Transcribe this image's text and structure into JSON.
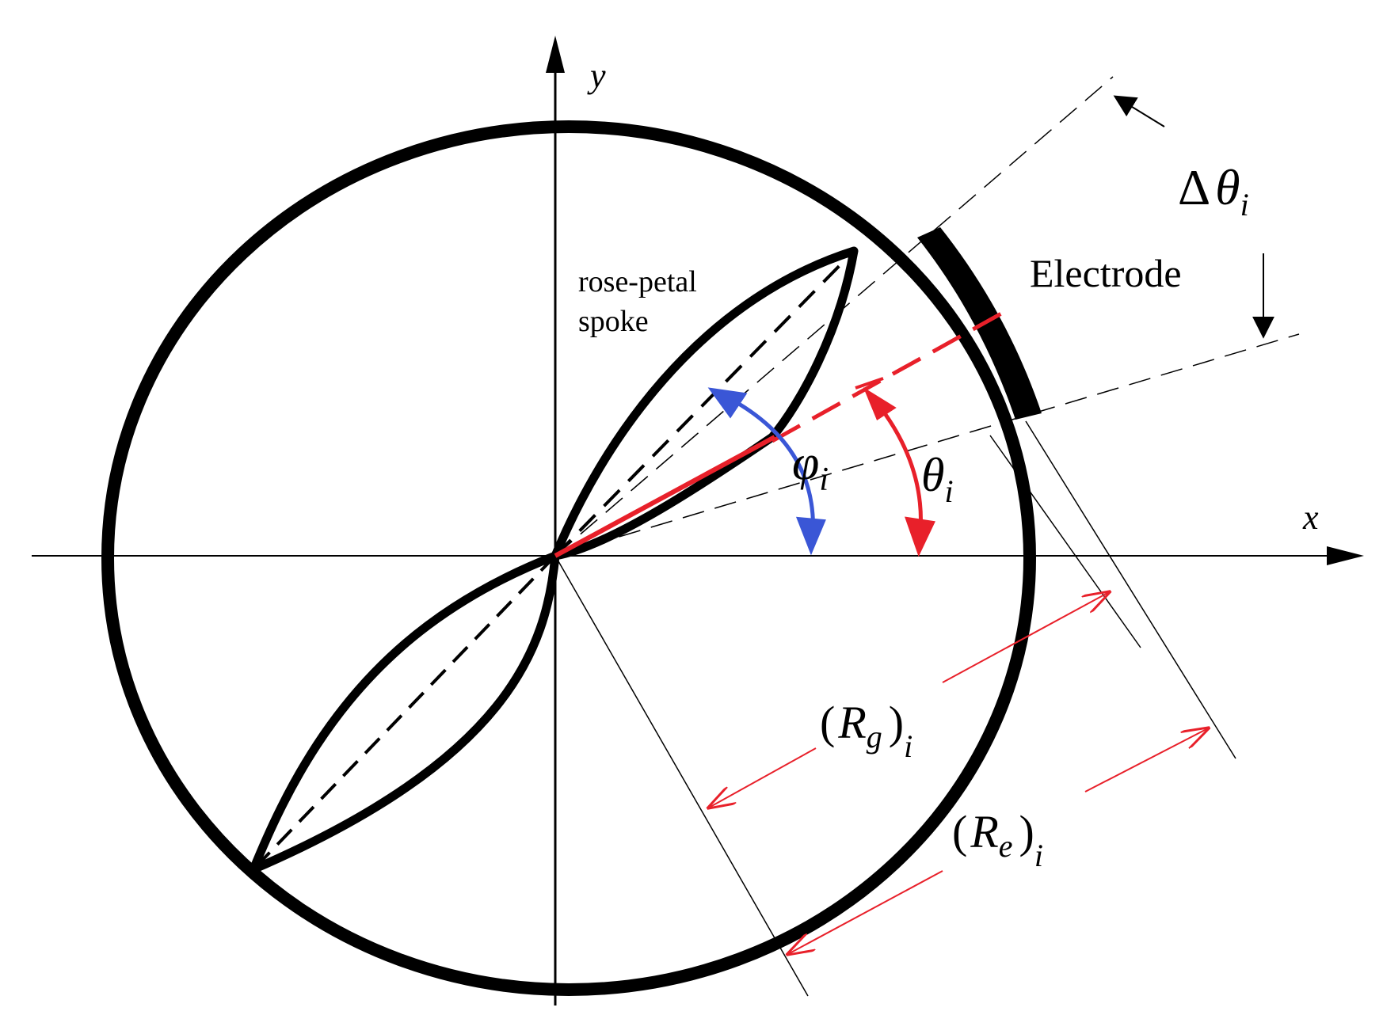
{
  "axes": {
    "x_label": "x",
    "y_label": "y"
  },
  "labels": {
    "electrode": "Electrode",
    "spoke_line1": "rose-petal",
    "spoke_line2": "spoke",
    "delta_sym": "Δ",
    "theta_sym": "θ",
    "phi_sym": "φ",
    "sub_i": "i",
    "r_g_base": "R",
    "r_g_sub": "g",
    "r_e_base": "R",
    "r_e_sub": "e",
    "paren_open": "(",
    "paren_close": ")"
  },
  "colors": {
    "ink": "#000000",
    "accent_red": "#e8202a",
    "accent_blue": "#3a56d6"
  }
}
